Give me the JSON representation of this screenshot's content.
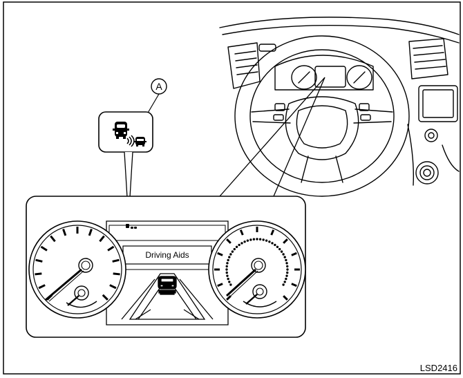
{
  "callout": {
    "label": "A"
  },
  "cluster": {
    "display_text": "Driving Aids"
  },
  "figure": {
    "code": "LSD2416"
  },
  "icons": {
    "indicator": "driver-assist-vehicle-icon",
    "small_indicator": "driver-assist-mini-icon"
  },
  "colors": {
    "line": "#000000",
    "background": "#ffffff"
  }
}
